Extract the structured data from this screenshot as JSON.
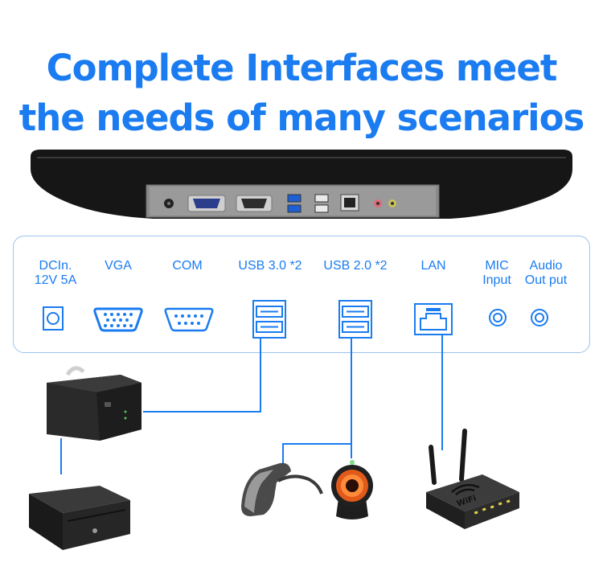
{
  "headline": {
    "line1": "Complete Interfaces meet",
    "line2": "the needs of many scenarios"
  },
  "ports": [
    {
      "name": "dc",
      "line1": "DCIn.",
      "line2": "12V 5A",
      "icon": "dc-jack-icon"
    },
    {
      "name": "vga",
      "line1": "VGA",
      "line2": "",
      "icon": "vga-port-icon"
    },
    {
      "name": "com",
      "line1": "COM",
      "line2": "",
      "icon": "com-port-icon"
    },
    {
      "name": "usb3",
      "line1": "USB 3.0 *2",
      "line2": "",
      "icon": "usb-port-icon"
    },
    {
      "name": "usb2",
      "line1": "USB 2.0 *2",
      "line2": "",
      "icon": "usb-port-icon"
    },
    {
      "name": "lan",
      "line1": "LAN",
      "line2": "",
      "icon": "lan-port-icon"
    },
    {
      "name": "mic",
      "line1": "MIC",
      "line2": "Input",
      "icon": "mic-jack-icon"
    },
    {
      "name": "audio",
      "line1": "Audio",
      "line2": "Out put",
      "icon": "audio-jack-icon"
    }
  ],
  "devices": [
    "receipt-printer",
    "cash-drawer",
    "handheld-barcode-scanner",
    "omnidirectional-scanner",
    "wifi-router"
  ],
  "router_text": "WiFi",
  "colors": {
    "accent": "#1a7cf0",
    "panel_border": "#9cc3ef",
    "device_dark": "#2a2a2a"
  }
}
